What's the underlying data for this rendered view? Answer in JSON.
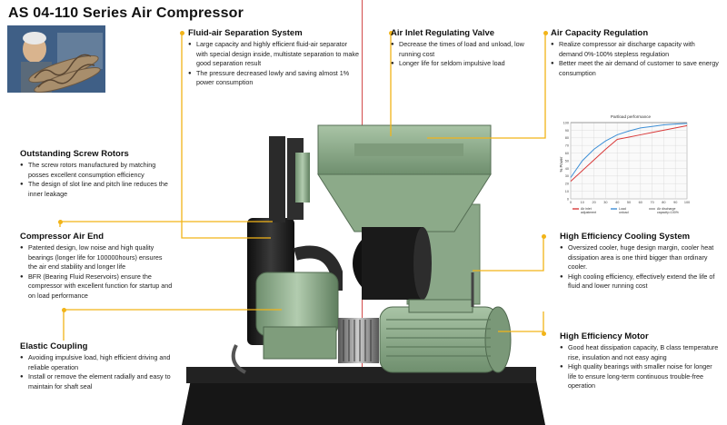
{
  "title": "AS 04-110 Series Air Compressor",
  "sections": {
    "fluid_air": {
      "title": "Fluid-air Separation System",
      "bullets": [
        "Large capacity and highly efficient fluid-air separator with special design inside, multistate separation to make good separation result",
        "The pressure decreased lowly and saving almost 1% power consumption"
      ]
    },
    "inlet_valve": {
      "title": "Air Inlet Regulating Valve",
      "bullets": [
        "Decrease the times of load and unload, low running cost",
        "Longer life for seldom impulsive load"
      ]
    },
    "capacity": {
      "title": "Air Capacity Regulation",
      "bullets": [
        "Realize compressor air discharge capacity with demand 0%-100% stepless regulation",
        "Better meet the air demand of customer to save energy consumption"
      ]
    },
    "screw_rotors": {
      "title": "Outstanding Screw Rotors",
      "bullets": [
        "The screw rotors manufactured by matching posses excellent consumption efficiency",
        "The design of slot line and pitch line reduces the inner leakage"
      ]
    },
    "air_end": {
      "title": "Compressor Air End",
      "bullets": [
        "Patented design, low noise and high quality bearings (longer life for 100000hours) ensures the air end stability and longer life",
        "BFR (Bearing Fluid Reservoirs) ensure the compressor with excellent function for startup and on load performance"
      ]
    },
    "cooling": {
      "title": "High Efficiency Cooling System",
      "bullets": [
        "Oversized cooler, huge design margin, cooler heat dissipation area is one third bigger than ordinary cooler.",
        "High cooling efficiency, effectively extend the life of fluid and lower running cost"
      ]
    },
    "coupling": {
      "title": "Elastic Coupling",
      "bullets": [
        "Avoiding impulsive load, high efficient driving and reliable operation",
        "Install or remove the element radially and easy to maintain for shaft seal"
      ]
    },
    "motor": {
      "title": "High Efficiency Motor",
      "bullets": [
        "Good heat dissipation capacity, B class temperature rise, insulation and not easy aging",
        "High quality bearings with smaller noise for longer life to ensure long-term continuous trouble-free operation"
      ]
    }
  },
  "colors": {
    "accent": "#f2b418",
    "centerline": "#d24b4b",
    "machine_green": "#8fae8e",
    "machine_dark": "#1e1e1e"
  },
  "chart_data": {
    "type": "line",
    "title": "Partload performance",
    "xlabel": "",
    "ylabel": "% Power",
    "x": [
      0,
      10,
      20,
      30,
      40,
      50,
      60,
      70,
      80,
      90,
      100
    ],
    "xlim": [
      0,
      100
    ],
    "ylim": [
      0,
      100
    ],
    "xticks": [
      "0",
      "10",
      "20",
      "30",
      "40",
      "50",
      "60",
      "70",
      "80",
      "90",
      "100"
    ],
    "yticks": [
      "0",
      "10",
      "20",
      "30",
      "40",
      "50",
      "60",
      "70",
      "80",
      "90",
      "100"
    ],
    "series": [
      {
        "name": "Air inlet adjustment",
        "color": "#d93a3a",
        "values": [
          23,
          37,
          51,
          65,
          78,
          81,
          84,
          87,
          90,
          93,
          96
        ]
      },
      {
        "name": "Load unload",
        "color": "#3d8fd6",
        "values": [
          28,
          50,
          65,
          76,
          84,
          89,
          93,
          95,
          97,
          98,
          99
        ]
      },
      {
        "name": "Air discharge capacity=100%",
        "color": "#9a9a9a",
        "values": [
          100,
          100,
          100,
          100,
          100,
          100,
          100,
          100,
          100,
          100,
          100
        ]
      }
    ],
    "legend": [
      "Air inlet adjustment",
      "Load unload",
      "Air discharge capacity=100%"
    ],
    "legend_placement": "bottom",
    "grid": true
  }
}
